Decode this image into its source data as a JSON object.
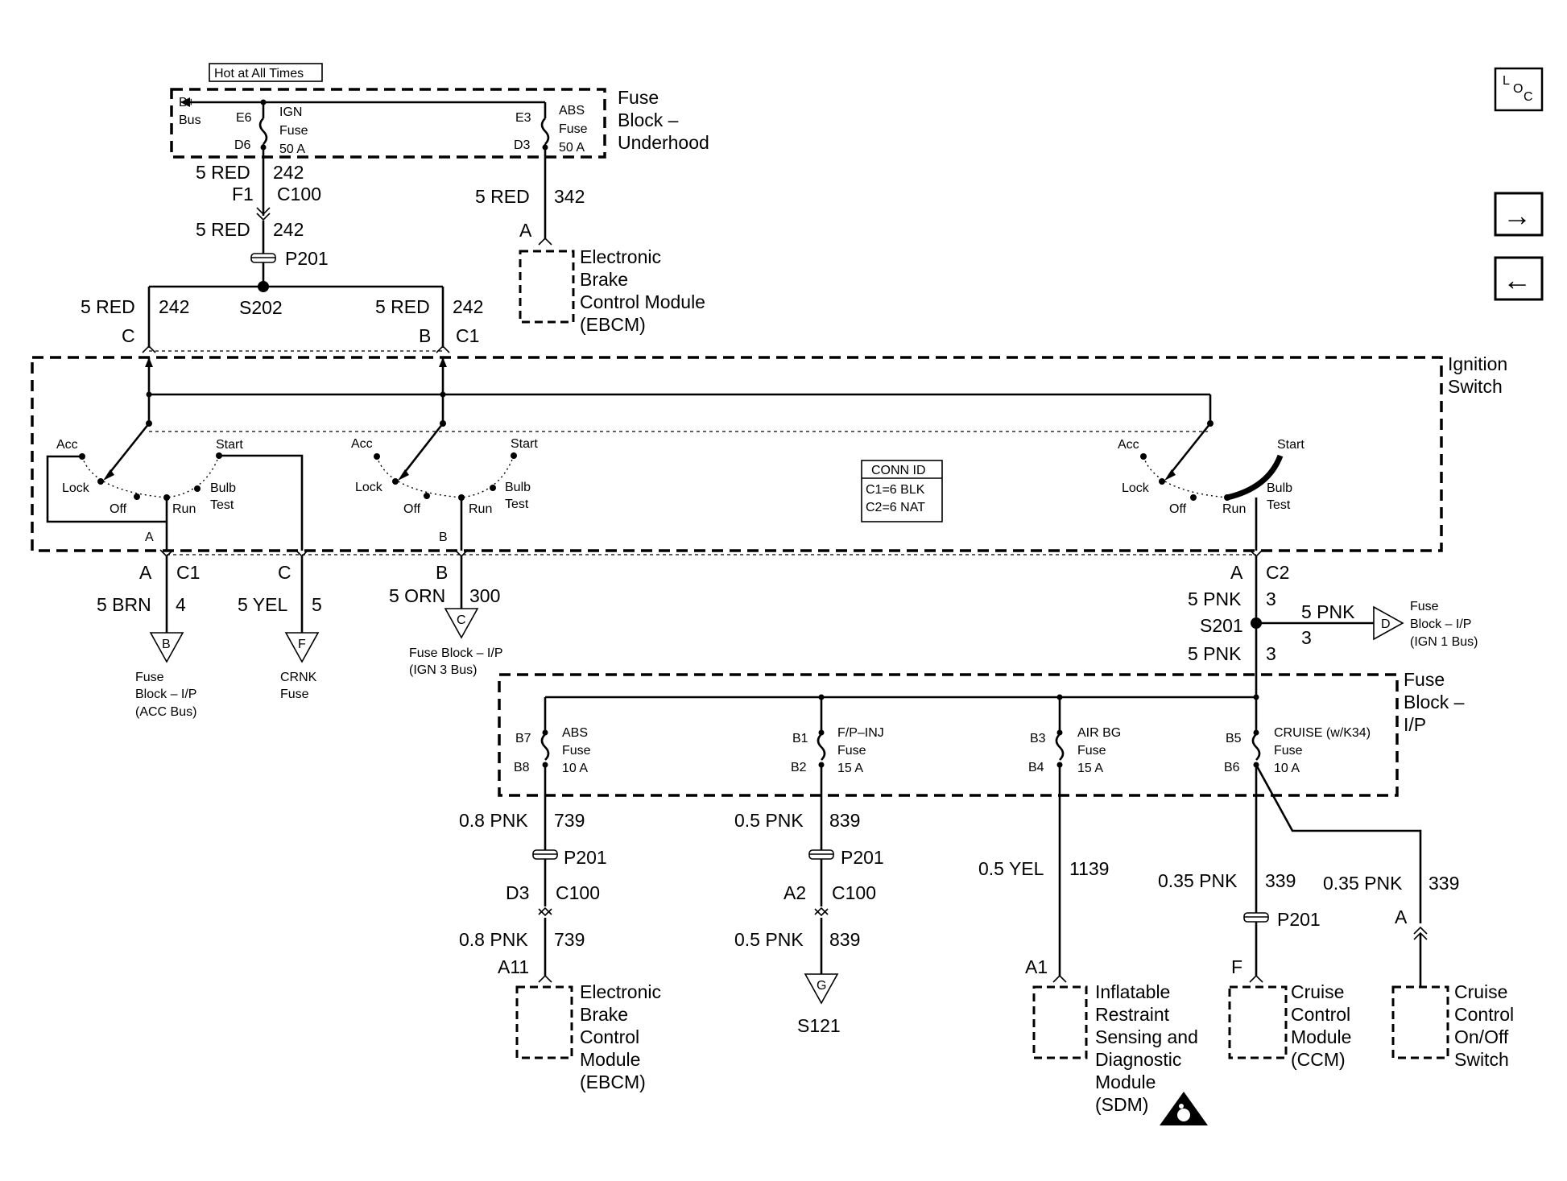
{
  "header": {
    "hot": "Hot at All Times"
  },
  "underhood": {
    "title": [
      "Fuse",
      "Block –",
      "Underhood"
    ],
    "bplus": [
      "B+",
      "Bus"
    ],
    "ign": {
      "e": "E6",
      "d": "D6",
      "name": "IGN",
      "fuse": "Fuse",
      "amp": "50 A"
    },
    "abs": {
      "e": "E3",
      "d": "D3",
      "name": "ABS",
      "fuse": "Fuse",
      "amp": "50 A"
    }
  },
  "wires": {
    "w1": {
      "gauge": "5 RED",
      "circuit": "242"
    },
    "c100_top": {
      "pin": "F1",
      "conn": "C100"
    },
    "w2": {
      "gauge": "5 RED",
      "circuit": "242"
    },
    "p201_top": "P201",
    "abs_wire": {
      "gauge": "5 RED",
      "circuit": "342",
      "pin": "A"
    },
    "s202": "S202",
    "left_wire": {
      "gauge": "5 RED",
      "circuit": "242",
      "pin": "C"
    },
    "right_wire": {
      "gauge": "5 RED",
      "circuit": "242",
      "pin": "B",
      "conn": "C1"
    }
  },
  "ebcm_top": [
    "Electronic",
    "Brake",
    "Control Module",
    "(EBCM)"
  ],
  "ignition": {
    "title": [
      "Ignition",
      "Switch"
    ],
    "positions": {
      "acc": "Acc",
      "lock": "Lock",
      "off": "Off",
      "run": "Run",
      "start": "Start",
      "bulb": "Bulb",
      "test": "Test"
    },
    "conn_id": [
      "CONN ID",
      "C1=6 BLK",
      "C2=6 NAT"
    ],
    "pin_a": "A",
    "pin_b": "B"
  },
  "outputs": {
    "acc": {
      "pin": "A",
      "conn": "C1",
      "gauge": "5 BRN",
      "circuit": "4",
      "marker": "B",
      "dest": [
        "Fuse",
        "Block – I/P",
        "(ACC Bus)"
      ]
    },
    "crnk": {
      "pin": "C",
      "gauge": "5 YEL",
      "circuit": "5",
      "marker": "F",
      "dest": [
        "CRNK",
        "Fuse"
      ]
    },
    "ign3": {
      "pin": "B",
      "gauge": "5 ORN",
      "circuit": "300",
      "marker": "C",
      "dest": [
        "Fuse Block – I/P",
        "(IGN 3 Bus)"
      ]
    },
    "ign1": {
      "pin": "A",
      "conn": "C2",
      "gauge": "5 PNK",
      "circuit": "3",
      "splice": "S201",
      "branch_gauge": "5 PNK",
      "branch_circuit": "3",
      "marker": "D",
      "dest": [
        "Fuse",
        "Block – I/P",
        "(IGN 1 Bus)"
      ],
      "gauge2": "5 PNK",
      "circuit2": "3"
    }
  },
  "ip_block": {
    "title": [
      "Fuse",
      "Block –",
      "I/P"
    ],
    "fuses": [
      {
        "top": "B7",
        "bot": "B8",
        "name": "ABS",
        "fuse": "Fuse",
        "amp": "10 A"
      },
      {
        "top": "B1",
        "bot": "B2",
        "name": "F/P–INJ",
        "fuse": "Fuse",
        "amp": "15 A"
      },
      {
        "top": "B3",
        "bot": "B4",
        "name": "AIR BG",
        "fuse": "Fuse",
        "amp": "15 A"
      },
      {
        "top": "B5",
        "bot": "B6",
        "name": "CRUISE (w/K34)",
        "fuse": "Fuse",
        "amp": "10 A"
      }
    ]
  },
  "branches": {
    "abs": {
      "gauge": "0.8 PNK",
      "circuit": "739",
      "p201": "P201",
      "pin": "D3",
      "conn": "C100",
      "gauge2": "0.8 PNK",
      "circuit2": "739",
      "pin2": "A11",
      "module": [
        "Electronic",
        "Brake",
        "Control",
        "Module",
        "(EBCM)"
      ]
    },
    "fpinj": {
      "gauge": "0.5 PNK",
      "circuit": "839",
      "p201": "P201",
      "pin": "A2",
      "conn": "C100",
      "gauge2": "0.5 PNK",
      "circuit2": "839",
      "marker": "G",
      "dest": "S121"
    },
    "airbg": {
      "gauge": "0.5 YEL",
      "circuit": "1139",
      "pin": "A1",
      "module": [
        "Inflatable",
        "Restraint",
        "Sensing and",
        "Diagnostic",
        "Module",
        "(SDM)"
      ]
    },
    "cruise": {
      "gauge": "0.35 PNK",
      "circuit": "339",
      "p201": "P201",
      "pin": "F",
      "module": [
        "Cruise",
        "Control",
        "Module",
        "(CCM)"
      ]
    },
    "cruise_sw": {
      "gauge": "0.35 PNK",
      "circuit": "339",
      "pin": "A",
      "module": [
        "Cruise",
        "Control",
        "On/Off",
        "Switch"
      ]
    }
  },
  "nav": {
    "loc_l": "L",
    "loc_o": "O",
    "loc_c": "C",
    "next": "→",
    "prev": "←"
  }
}
